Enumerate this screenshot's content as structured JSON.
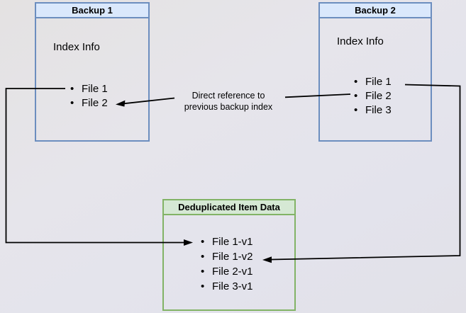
{
  "diagram": {
    "backup1": {
      "title": "Backup 1",
      "subtitle": "Index Info",
      "files": [
        "File 1",
        "File 2"
      ]
    },
    "backup2": {
      "title": "Backup 2",
      "subtitle": "Index Info",
      "files": [
        "File 1",
        "File 2",
        "File 3"
      ]
    },
    "dedup": {
      "title": "Deduplicated Item Data",
      "files": [
        "File 1-v1",
        "File 1-v2",
        "File 2-v1",
        "File 3-v1"
      ]
    },
    "edge_label": {
      "line1": "Direct reference to",
      "line2": "previous backup index"
    },
    "colors": {
      "blue_header_fill": "#dae8fc",
      "blue_border": "#6c8ebf",
      "green_header_fill": "#d5e8d4",
      "green_border": "#82b366",
      "arrow_line": "#000000",
      "text": "#000000"
    }
  }
}
